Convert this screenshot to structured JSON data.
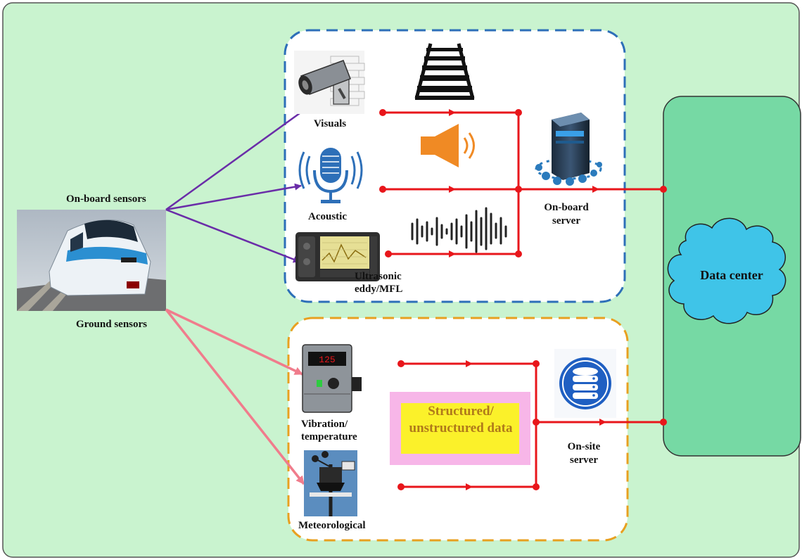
{
  "diagram": {
    "labels": {
      "onboard_sensors": "On-board sensors",
      "ground_sensors": "Ground sensors",
      "visuals": "Visuals",
      "acoustic": "Acoustic",
      "ultrasonic_line1": "Ultrasonic",
      "ultrasonic_line2": "eddy/MFL",
      "onboard_server_line1": "On-board",
      "onboard_server_line2": "server",
      "vibration_line1": "Vibration/",
      "vibration_line2": "temperature",
      "meteorological": "Meteorological",
      "structured_line1": "Structured/",
      "structured_line2": "unstructured data",
      "onsite_server_line1": "On-site",
      "onsite_server_line2": "server",
      "data_center": "Data center",
      "device_readout": "125"
    },
    "colors": {
      "background": "#c9f3cf",
      "data_center_fill": "#76d9a4",
      "cloud_fill": "#3fc4e8",
      "onboard_border": "#2d6fb8",
      "ground_border": "#e8a020",
      "onboard_arrows": "#6a2da8",
      "ground_arrows": "#f07c8c",
      "data_flow": "#e8161b",
      "structured_box_outer": "#f7b6e8",
      "structured_box_inner": "#fbf12a"
    }
  }
}
